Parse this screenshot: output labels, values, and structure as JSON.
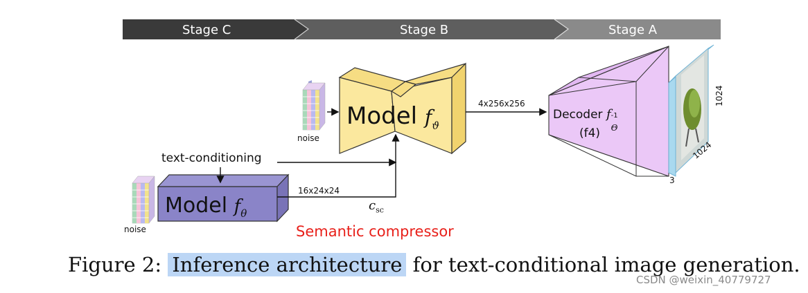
{
  "stages": [
    "Stage C",
    "Stage B",
    "Stage A"
  ],
  "stage_colors": [
    "#3a3a3a",
    "#5e5e5e",
    "#8a8a8a"
  ],
  "stage_c": {
    "noise_label": "noise",
    "conditioning_label": "text-conditioning",
    "model_word": "Model",
    "model_symbol": "f",
    "model_subscript": "θ",
    "output_dims": "16x24x24",
    "csc_main": "c",
    "csc_sub": "sc",
    "semantic_label": "Semantic compressor",
    "box_color": "#8a84c8"
  },
  "stage_b": {
    "noise_label": "noise",
    "model_word": "Model",
    "model_symbol": "f",
    "model_subscript": "ϑ",
    "output_dims": "4x256x256",
    "box_color": "#fbe89e"
  },
  "stage_a": {
    "decoder_word": "Decoder",
    "decoder_symbol": "f",
    "decoder_sub": "Θ",
    "decoder_sup": "-1",
    "decoder_note": "(f4)",
    "dim_channels": "3",
    "dim_width": "1024",
    "dim_height": "1024",
    "decoder_color": "#ebc8f7"
  },
  "caption": {
    "prefix": "Figure 2: ",
    "highlight": "Inference architecture",
    "suffix": " for text-conditional image generation."
  },
  "watermark": "CSDN @weixin_40779727",
  "accent_red": "#e8201a"
}
